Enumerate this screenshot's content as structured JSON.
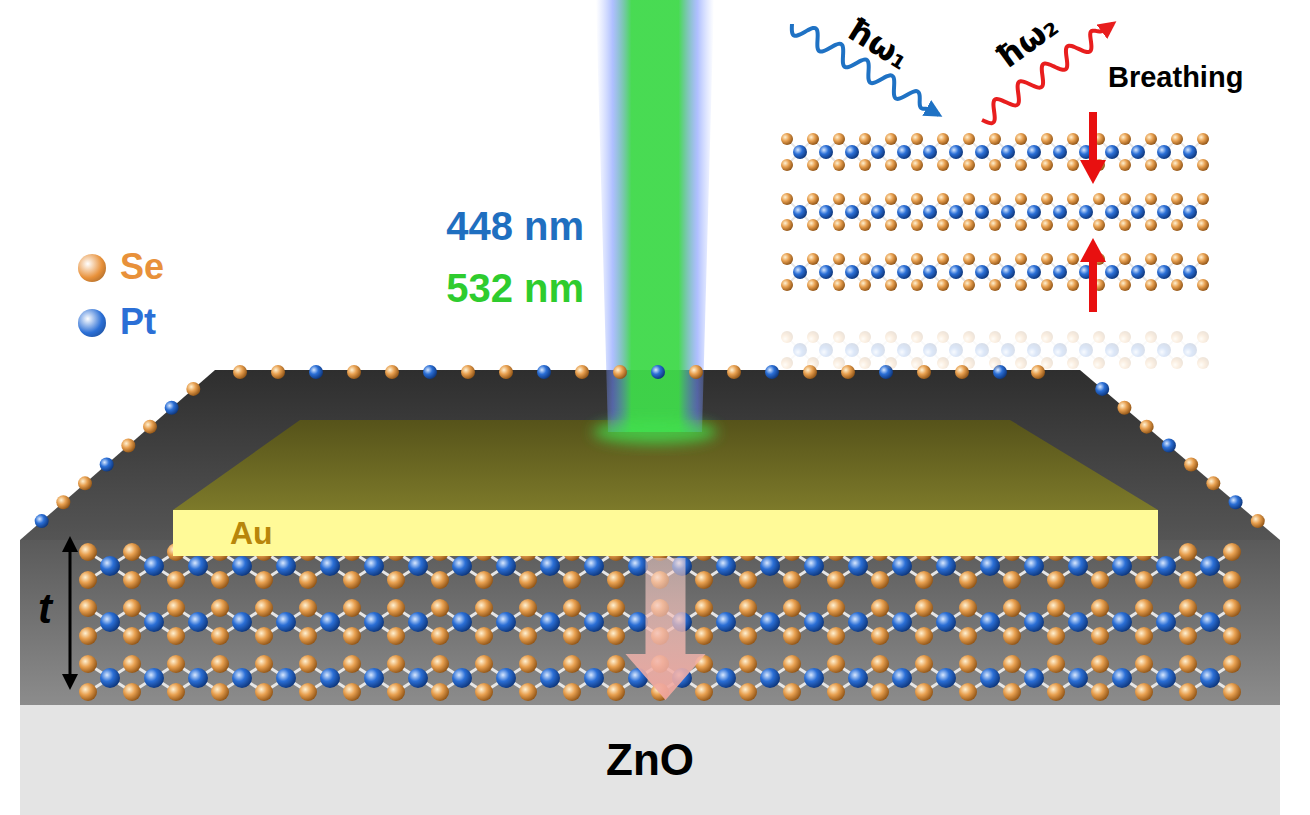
{
  "diagram": {
    "nodes": [
      {
        "text": [
          "Au"
        ]
      },
      {
        "text": [
          "ZnO"
        ]
      }
    ],
    "edges": [
      {
        "from": 0,
        "to": 1,
        "arrow": "to"
      }
    ],
    "labels": [
      "ħω₁",
      "ħω₂",
      "Breathing",
      "448 nm",
      "532 nm",
      "t"
    ],
    "legend": [
      {
        "text": "Se",
        "color": "#e8913a"
      },
      {
        "text": "Pt",
        "color": "#2b6fd6"
      }
    ]
  }
}
